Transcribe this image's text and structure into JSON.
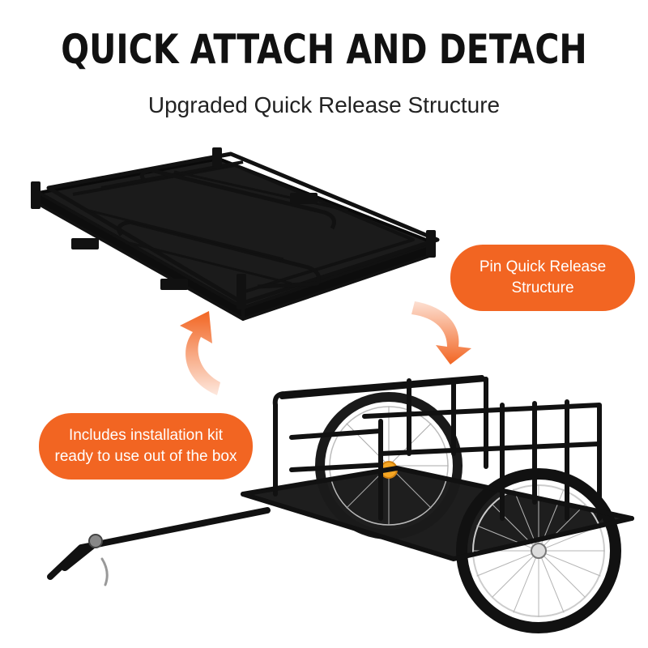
{
  "headline": "QUICK ATTACH AND DETACH",
  "subheadline": "Upgraded Quick Release Structure",
  "callouts": {
    "right": {
      "line1": "Pin Quick Release",
      "line2": "Structure"
    },
    "left": {
      "line1": "Includes installation kit",
      "line2": "ready to use out of the box"
    }
  },
  "colors": {
    "accent": "#f26522",
    "frame": "#111111",
    "background": "#ffffff"
  },
  "icons": [
    "curved-arrow-up-icon",
    "curved-arrow-down-icon"
  ]
}
